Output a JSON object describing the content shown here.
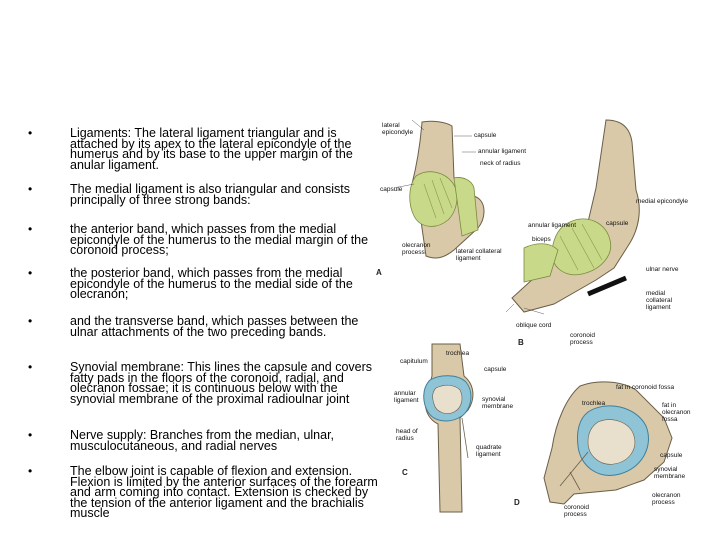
{
  "bullets": [
    "Ligaments: The lateral ligament triangular and is attached by its apex to the lateral epicondyle of the humerus and by its base to the upper margin of the anular ligament.",
    "The medial ligament is also triangular and consists principally of three strong bands:",
    "the anterior band, which passes from the medial epicondyle of the humerus to the medial margin of the coronoid process;",
    "the posterior band, which passes from the medial epicondyle of the humerus to the medial side of the olecranon;",
    "and the transverse band, which passes between the ulnar attachments of the two preceding bands.",
    "Synovial membrane: This lines the capsule and covers fatty pads in the floors of the coronoid, radial, and olecranon fossae; it is continuous below with the synovial membrane of the proximal radioulnar joint",
    "Nerve supply: Branches from the median, ulnar, musculocutaneous, and radial nerves",
    "The elbow joint is capable of flexion and extension. Flexion is limited by the anterior surfaces of the forearm and arm coming into contact. Extension is checked by the tension of the anterior ligament and the brachialis muscle"
  ],
  "figure": {
    "panels": [
      "A",
      "B",
      "C",
      "D"
    ],
    "panel_a": {
      "labels": [
        "lateral epicondyle",
        "capsule",
        "annular ligament",
        "neck of radius",
        "capsule",
        "olecranon process",
        "lateral collateral ligament"
      ]
    },
    "panel_b": {
      "labels": [
        "medial epicondyle",
        "annular ligament",
        "capsule",
        "biceps",
        "ulnar nerve",
        "medial collateral ligament",
        "oblique cord",
        "coronoid process"
      ]
    },
    "panel_c": {
      "labels": [
        "trochlea",
        "capitulum",
        "capsule",
        "annular ligament",
        "synovial membrane",
        "head of radius",
        "quadrate ligament"
      ]
    },
    "panel_d": {
      "labels": [
        "fat in coronoid fossa",
        "trochlea",
        "fat in olecranon fossa",
        "capsule",
        "synovial membrane",
        "olecranon process",
        "coronoid process"
      ]
    },
    "colors": {
      "ligament_green": "#c9d98a",
      "bone_tan": "#d9c9a8",
      "synovial_blue": "#8fc3d6",
      "shadow": "#6b5e48"
    }
  }
}
